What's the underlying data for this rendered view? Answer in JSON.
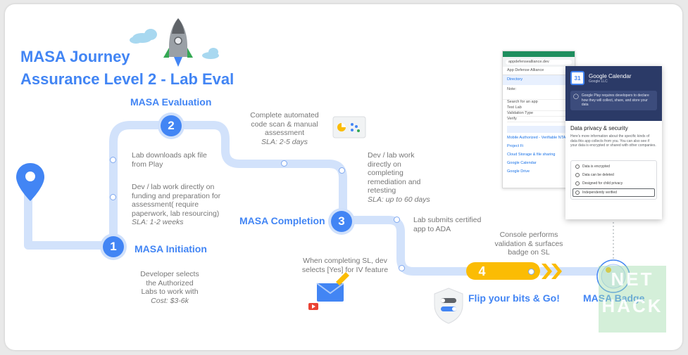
{
  "title": {
    "line1": "MASA Journey",
    "line2": "Assurance Level 2 - Lab Eval"
  },
  "steps": [
    {
      "number": "1",
      "label": "MASA Initiation"
    },
    {
      "number": "2",
      "label": "MASA Evaluation"
    },
    {
      "number": "3",
      "label": "MASA Completion"
    },
    {
      "number": "4",
      "label": "Flip your bits & Go!"
    }
  ],
  "badge_label": "MASA Badge",
  "notes": {
    "lab_downloads": "Lab downloads apk file from Play",
    "dev_lab_work": "Dev / lab work directly on funding and preparation for assessment( require paperwork, lab resourcing)",
    "sla_1_2": "SLA: 1-2 weeks",
    "developer_selects": "Developer selects  the Authorized Labs to work with",
    "cost": "Cost: $3-6k",
    "automated_scan": "Complete automated code scan & manual assessment",
    "sla_2_5": "SLA: 2-5 days",
    "remediation": "Dev / lab work directly on completing remediation and retesting",
    "sla_60": "SLA: up to 60 days",
    "submits_cert": "Lab submits certified app to ADA",
    "completing_sl": "When completing SL, dev selects [Yes] for IV feature",
    "console": "Console performs validation & surfaces badge on SL"
  },
  "phone": {
    "url": "appdefensealliance.dev",
    "header": "App Defense Alliance",
    "tab": "Directory",
    "note_label": "Note:",
    "rows": [
      "Test Lab",
      "Validation Type",
      "Verify"
    ],
    "search_label": "Search for an app",
    "links": [
      "Mobile Authorized - Verifiable NTA",
      "Project Fi",
      "Cloud Storage & file sharing",
      "Google Calendar",
      "Google Drive"
    ]
  },
  "privacy_card": {
    "app_name": "Google Calendar",
    "developer": "Google LLC",
    "banner": "Google Play requires developers to declare how they will collect, share, and store your data",
    "heading": "Data privacy & security",
    "body": "Here's more information about the specific kinds of data this app collects from you. You can also see if your data is encrypted or shared with other companies.",
    "items": [
      "Data is encrypted",
      "Data can be deleted",
      "Designed for child privacy",
      "Independently verified"
    ],
    "icon_text": "31"
  },
  "watermark": {
    "line1": "NET",
    "line2": "HACK"
  },
  "colors": {
    "primary": "#4285f4",
    "path": "#d2e2fb",
    "yellow": "#fbbc04",
    "text_gray": "#777777"
  }
}
